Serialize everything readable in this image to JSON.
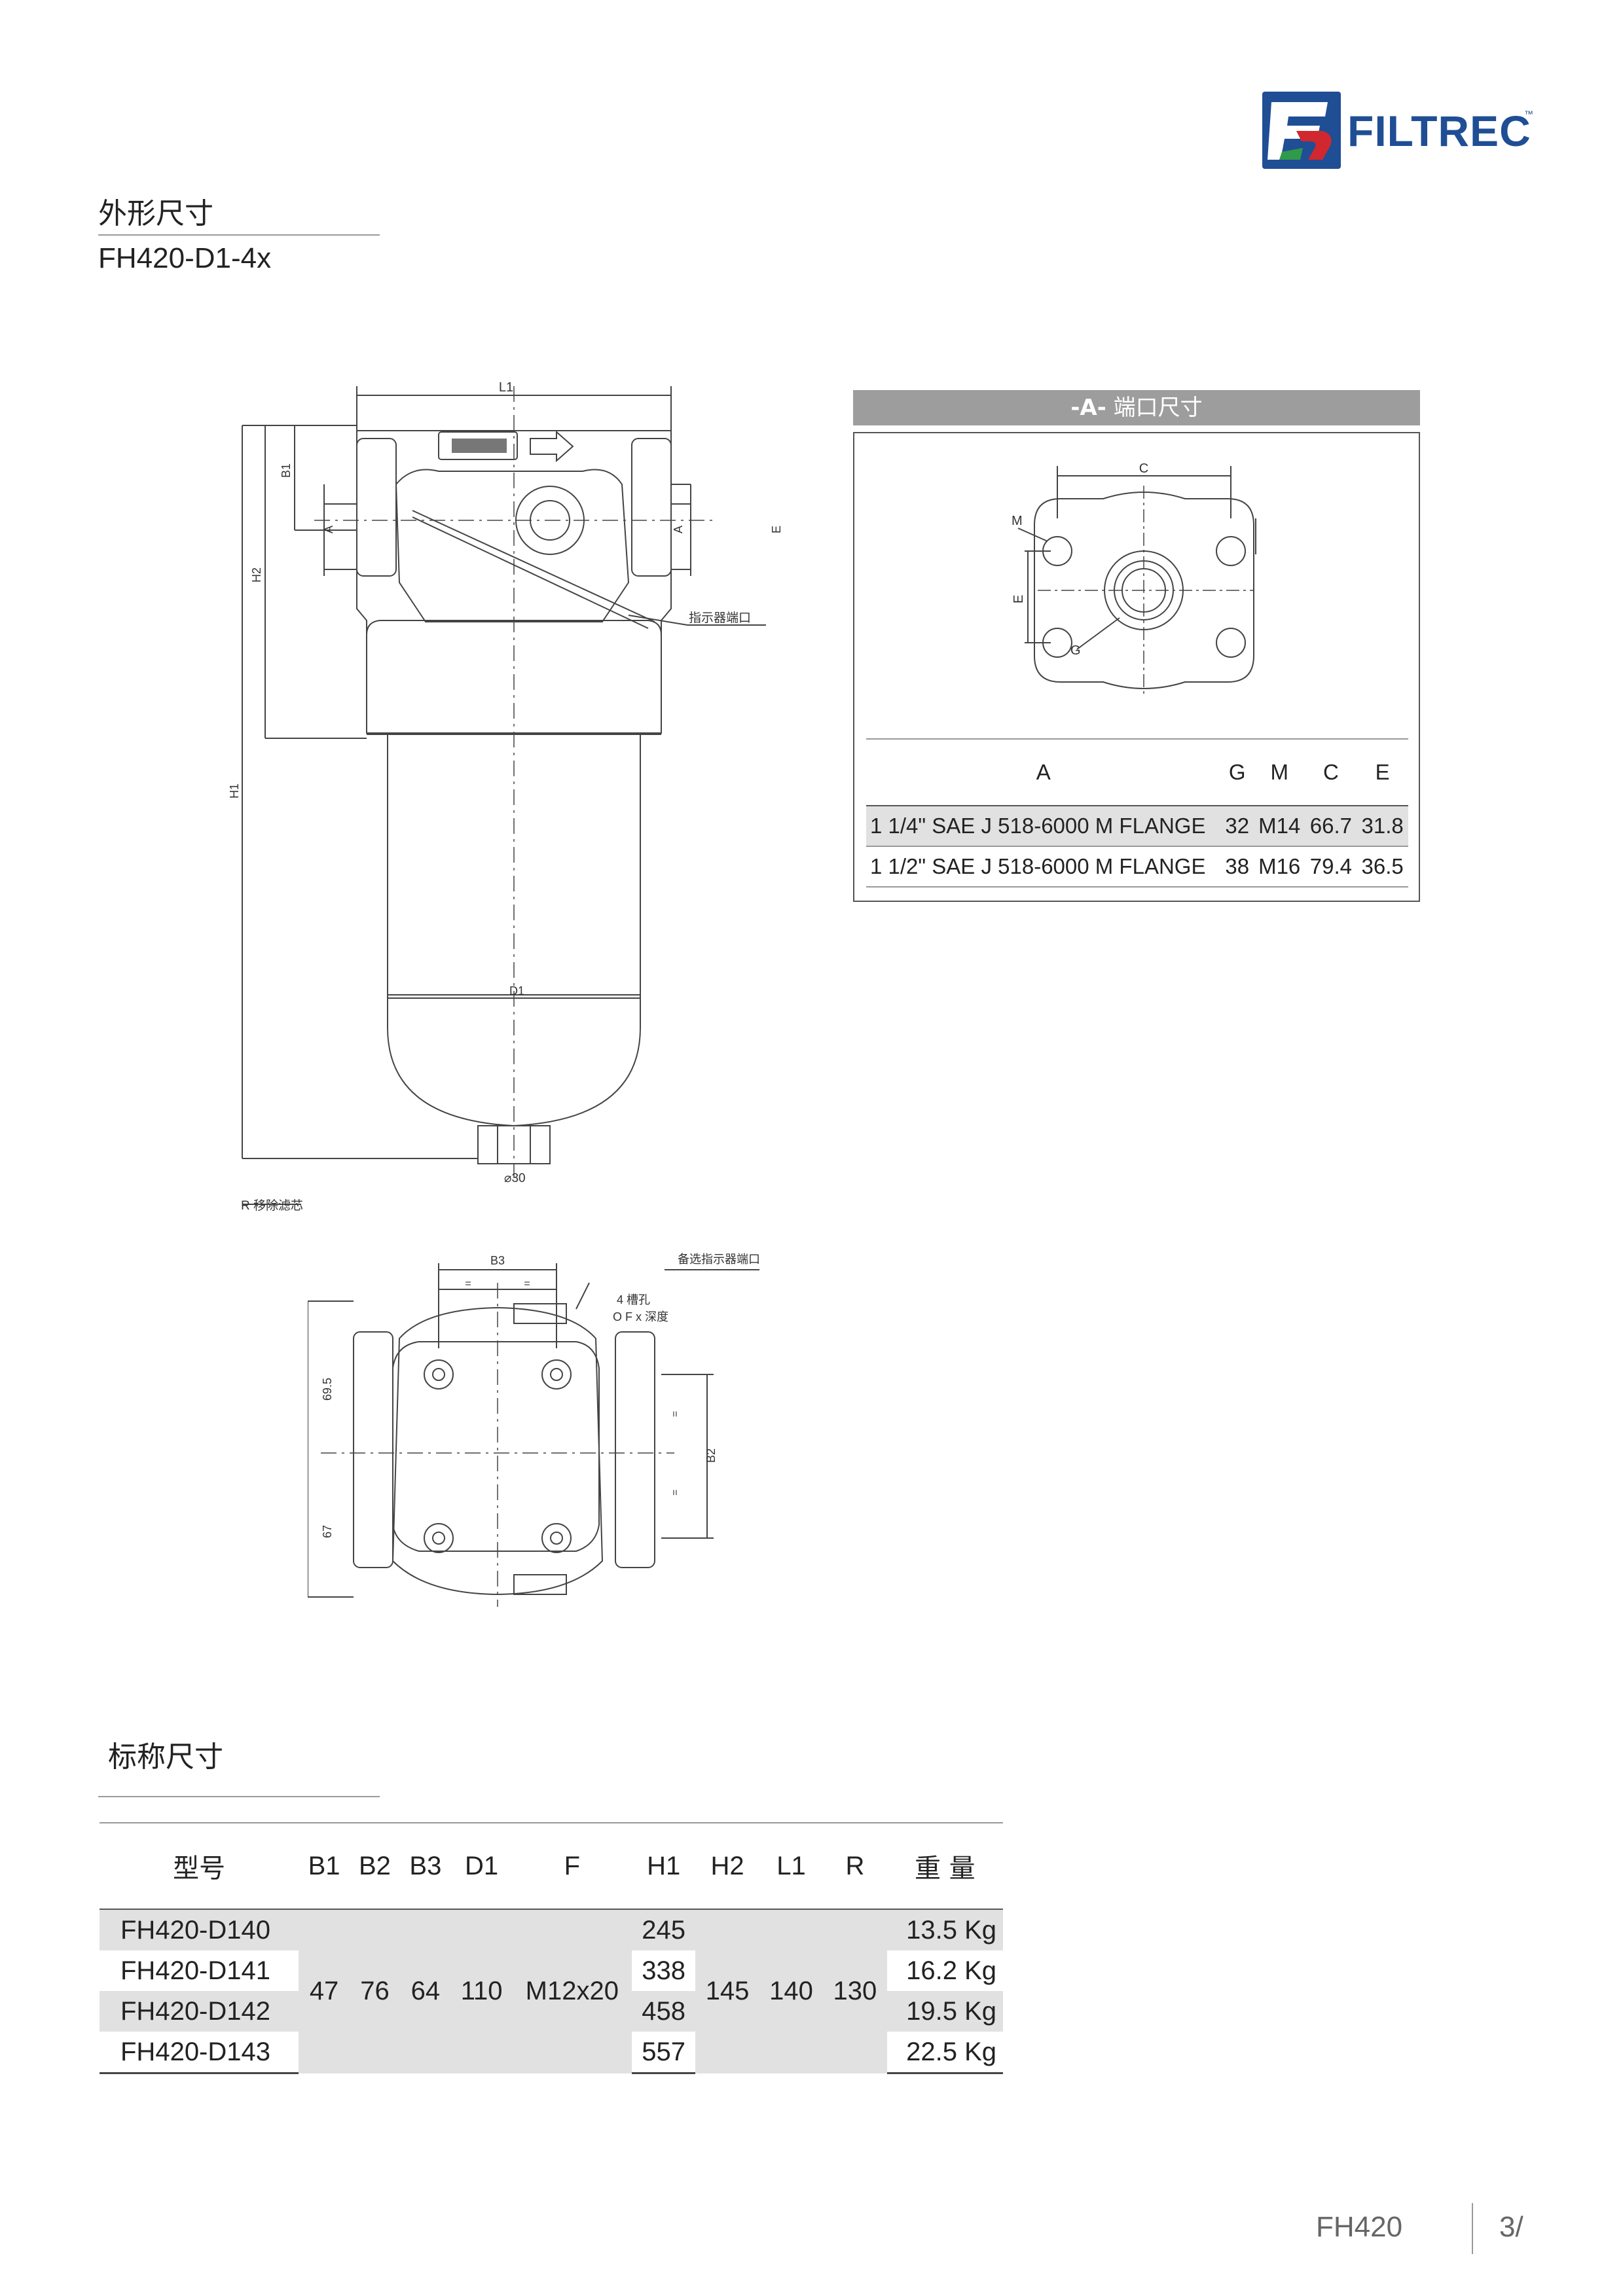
{
  "brand": {
    "name": "FILTREC",
    "tm": "™",
    "colors": {
      "blue": "#1f4e95",
      "red": "#d0282e",
      "green": "#2e9a4a"
    }
  },
  "sections": {
    "outline_title": "外形尺寸",
    "model_code": "FH420-D1-4x",
    "nominal_title": "标称尺寸"
  },
  "drawing_labels": {
    "l1": "L1",
    "b1": "B1",
    "h2": "H2",
    "h1": "H1",
    "a_left": "A",
    "a_right": "A",
    "e": "E",
    "d1": "D1",
    "indicator_port": "指示器端口",
    "remove_element": "R 移除滤芯",
    "drain_dia": "⌀30",
    "b3": "B3",
    "b2": "B2",
    "optional_indicator_port": "备选指示器端口",
    "slot_count": "4 槽孔",
    "slot_depth": "O F x 深度",
    "dim_69_5": "69.5",
    "dim_67": "67",
    "eq1": "=",
    "eq2": "=",
    "eq3": "=",
    "eq4": "="
  },
  "port": {
    "header": "-A- 端口尺寸",
    "header_code": "-A-",
    "header_cn": "端口尺寸",
    "diagram_labels": {
      "c": "C",
      "m": "M",
      "e": "E",
      "g": "G"
    },
    "columns": [
      "A",
      "G",
      "M",
      "C",
      "E"
    ],
    "rows": [
      {
        "a": "1 1/4\" SAE J 518-6000 M FLANGE",
        "g": "32",
        "m": "M14",
        "c": "66.7",
        "e": "31.8"
      },
      {
        "a": "1 1/2\" SAE J 518-6000 M FLANGE",
        "g": "38",
        "m": "M16",
        "c": "79.4",
        "e": "36.5"
      }
    ]
  },
  "nominal": {
    "columns": [
      "型号",
      "B1",
      "B2",
      "B3",
      "D1",
      "F",
      "H1",
      "H2",
      "L1",
      "R",
      "重 量"
    ],
    "shared": {
      "b1": "47",
      "b2": "76",
      "b3": "64",
      "d1": "110",
      "f": "M12x20",
      "h2": "145",
      "l1": "140",
      "r": "130"
    },
    "rows": [
      {
        "model": "FH420-D140",
        "h1": "245",
        "weight": "13.5 Kg"
      },
      {
        "model": "FH420-D141",
        "h1": "338",
        "weight": "16.2 Kg"
      },
      {
        "model": "FH420-D142",
        "h1": "458",
        "weight": "19.5 Kg"
      },
      {
        "model": "FH420-D143",
        "h1": "557",
        "weight": "22.5 Kg"
      }
    ]
  },
  "footer": {
    "model": "FH420",
    "page": "3/"
  }
}
